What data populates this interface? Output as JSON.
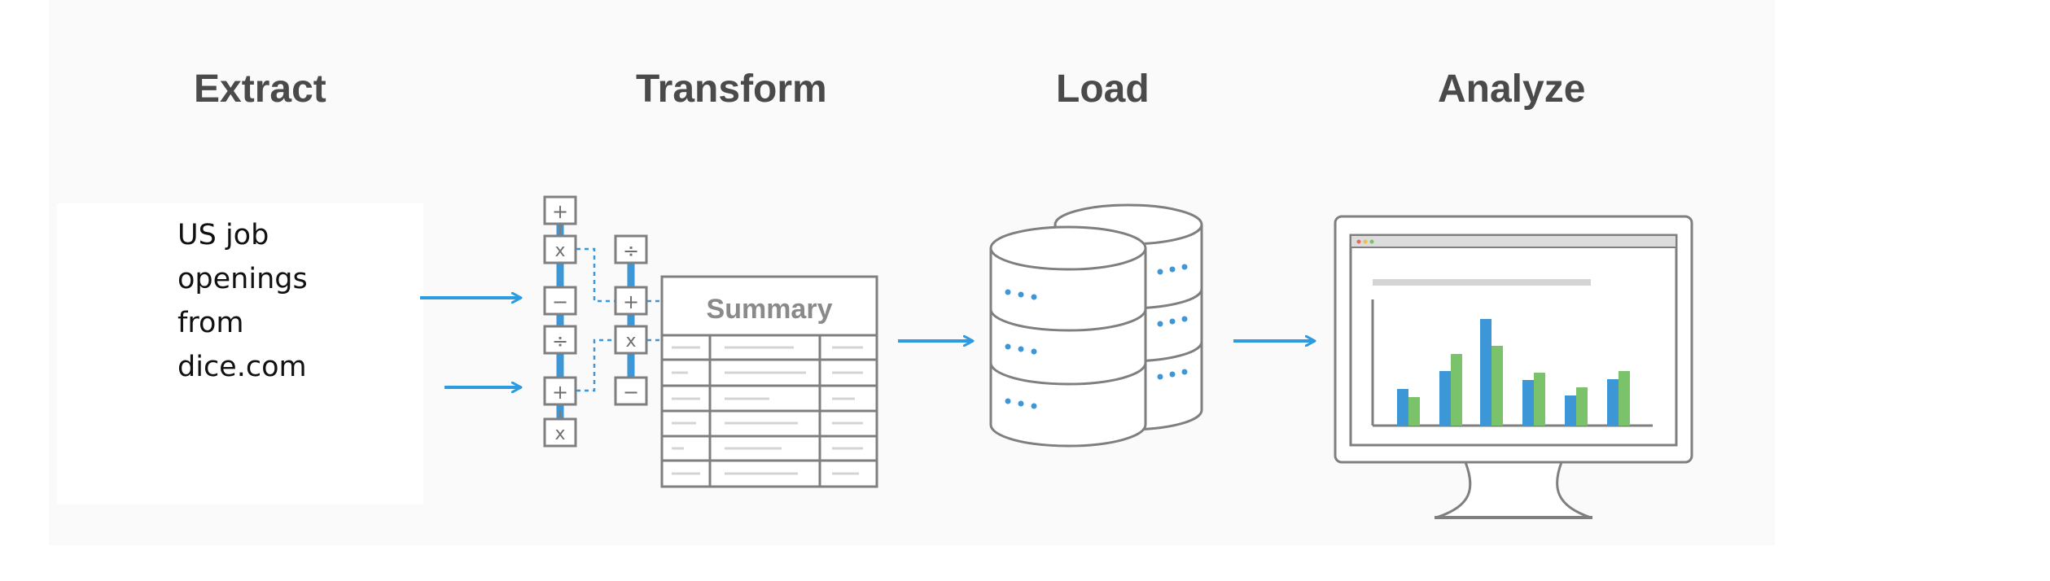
{
  "headings": {
    "extract": "Extract",
    "transform": "Transform",
    "load": "Load",
    "analyze": "Analyze"
  },
  "extract_source": {
    "lines": [
      "US job",
      "openings",
      "from",
      "dice.com"
    ]
  },
  "transform": {
    "summary_label": "Summary",
    "column_a_ops": [
      "+",
      "x",
      "−",
      "÷",
      "+",
      "x"
    ],
    "column_b_ops": [
      "÷",
      "+",
      "x",
      "−"
    ]
  },
  "colors": {
    "arrow": "#2d9be0",
    "outline": "#7f7f7f",
    "accent_blue": "#3d96d6",
    "accent_green": "#7ac36a",
    "heading": "#4a4a4a"
  },
  "icons": [
    "arrow-right-icon",
    "operation-flow-icon",
    "summary-table-icon",
    "database-icon",
    "monitor-chart-icon"
  ]
}
